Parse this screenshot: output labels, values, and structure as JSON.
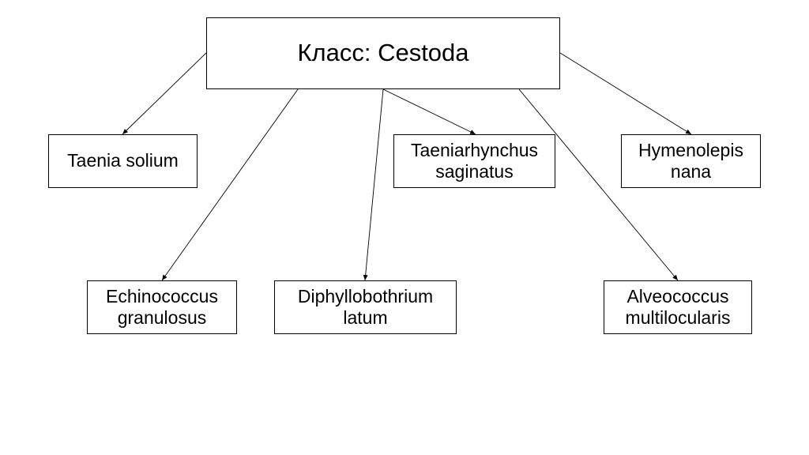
{
  "diagram": {
    "root": {
      "label": "Класс: Cestoda"
    },
    "children": [
      {
        "id": "taenia",
        "lines": [
          "Taenia solium"
        ]
      },
      {
        "id": "taeniar",
        "lines": [
          "Taeniarhynchus",
          "saginatus"
        ]
      },
      {
        "id": "hymen",
        "lines": [
          "Hymenolepis",
          "nana"
        ]
      },
      {
        "id": "echin",
        "lines": [
          "Echinococcus",
          "granulosus"
        ]
      },
      {
        "id": "diphyl",
        "lines": [
          "Diphyllobothrium",
          "latum"
        ]
      },
      {
        "id": "alveo",
        "lines": [
          "Alveococcus",
          "multilocularis"
        ]
      }
    ],
    "edges": [
      {
        "from": "root",
        "to": "taenia"
      },
      {
        "from": "root",
        "to": "echin"
      },
      {
        "from": "root",
        "to": "diphyl"
      },
      {
        "from": "root",
        "to": "taeniar"
      },
      {
        "from": "root",
        "to": "alveo"
      },
      {
        "from": "root",
        "to": "hymen"
      }
    ]
  }
}
